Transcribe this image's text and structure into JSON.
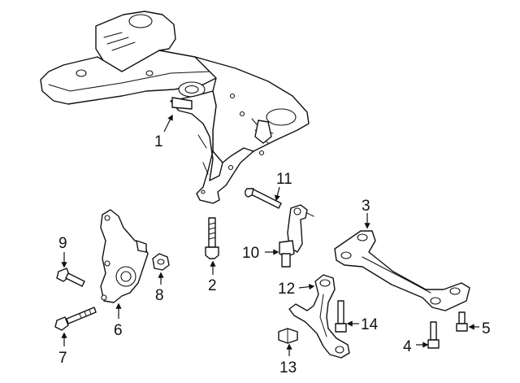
{
  "diagram": {
    "background": "#ffffff",
    "line_color": "#111111",
    "callouts": [
      {
        "id": "1",
        "label": "1",
        "part_icon": "crossmember-icon"
      },
      {
        "id": "2",
        "label": "2",
        "part_icon": "bolt-icon"
      },
      {
        "id": "3",
        "label": "3",
        "part_icon": "brace-icon"
      },
      {
        "id": "4",
        "label": "4",
        "part_icon": "bolt-icon"
      },
      {
        "id": "5",
        "label": "5",
        "part_icon": "bolt-icon"
      },
      {
        "id": "6",
        "label": "6",
        "part_icon": "steering-knuckle-icon"
      },
      {
        "id": "7",
        "label": "7",
        "part_icon": "bolt-icon"
      },
      {
        "id": "8",
        "label": "8",
        "part_icon": "nut-icon"
      },
      {
        "id": "9",
        "label": "9",
        "part_icon": "bolt-icon"
      },
      {
        "id": "10",
        "label": "10",
        "part_icon": "stabilizer-link-icon"
      },
      {
        "id": "11",
        "label": "11",
        "part_icon": "bolt-icon"
      },
      {
        "id": "12",
        "label": "12",
        "part_icon": "lower-control-arm-icon"
      },
      {
        "id": "13",
        "label": "13",
        "part_icon": "bolt-icon"
      },
      {
        "id": "14",
        "label": "14",
        "part_icon": "bolt-icon"
      }
    ]
  }
}
